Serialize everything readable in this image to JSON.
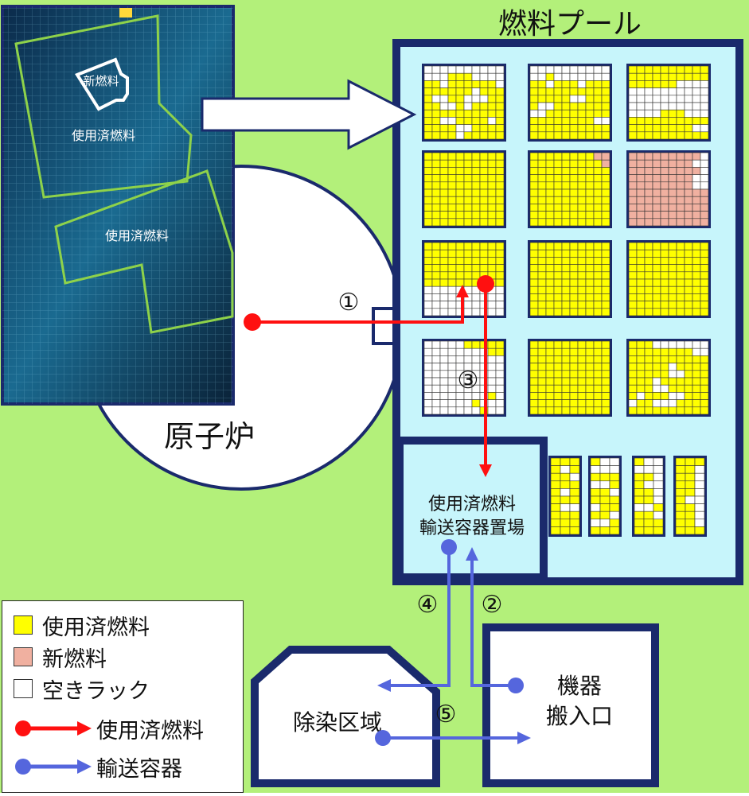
{
  "labels": {
    "fuel_pool": "燃料プール",
    "reactor": "原子炉",
    "new_fuel": "新燃料",
    "spent_fuel_photo_1": "使用済燃料",
    "spent_fuel_photo_2": "使用済燃料",
    "cask_area_line1": "使用済燃料",
    "cask_area_line2": "輸送容器置場",
    "decon_area": "除染区域",
    "equipment_entry_line1": "機器",
    "equipment_entry_line2": "搬入口"
  },
  "steps": {
    "s1": "①",
    "s2": "②",
    "s3": "③",
    "s4": "④",
    "s5": "⑤"
  },
  "legend": {
    "spent_fuel": "使用済燃料",
    "new_fuel": "新燃料",
    "empty_rack": "空きラック",
    "arrow_spent_fuel": "使用済燃料",
    "arrow_cask": "輸送容器"
  },
  "colors": {
    "background": "#b3f07a",
    "pool_fill": "#c7f5fb",
    "pool_border": "#1a2a6c",
    "spent_fuel": "#ffff00",
    "new_fuel": "#f0b0a0",
    "empty_rack": "#ffffff",
    "spent_fuel_path": "#ff1010",
    "cask_path": "#5566dd"
  },
  "rack_grids": [
    {
      "id": "r1",
      "cols": 10,
      "rows": 10,
      "fill": [
        "..........",
        "...YYY....",
        "YY.YYYYYY.",
        "YYYYYY.YYY",
        "Y..YY...YY",
        "YY..Y.YYYY",
        "YYYYYYYYYY",
        "YY..YYYY.Y",
        "YYYY..YYYY",
        "YYYY.YYYYY"
      ]
    },
    {
      "id": "r2",
      "cols": 10,
      "rows": 10,
      "fill": [
        "..........",
        "..Y.......",
        "YY.YYY.YYY",
        "YYYYYYYYYY",
        "YYYYY..YYY",
        "Y..YYYYYYY",
        "..YYYYYYYY",
        "YYYYYYYY..",
        "YYYYYYYYYY",
        "YYYYYYYYYY"
      ]
    },
    {
      "id": "r3",
      "cols": 10,
      "rows": 10,
      "fill": [
        "YYYYYYYYYY",
        "YYYYYYYYYY",
        "YYYYYY....",
        "..........",
        "..........",
        "..........",
        "....YYY...",
        "YYYYYYYYYY",
        "YYYYYYYY..",
        "YYYYYYYYYY"
      ]
    },
    {
      "id": "r4",
      "cols": 10,
      "rows": 10,
      "fill": [
        "YYYYYYYYYY",
        "YYYYYYYYYY",
        "YYYYYYYYYY",
        "YYYYYYYYYY",
        "YYYYYYYYYY",
        "YYYYYYYYYY",
        "YYYYYYYYYY",
        "YYYYYYYYYY",
        "YYYYYYYYYY",
        "YYYYYYYYYY"
      ]
    },
    {
      "id": "r5",
      "cols": 10,
      "rows": 10,
      "fill": [
        "YYYYYYYYNN",
        "YYYYYYYYYN",
        "YYYYYYYYYY",
        "YYYYYYYYYY",
        "YYYYYYYYYY",
        "YYYYYYYYYY",
        "YYYYYYYYYY",
        "YYYYYYYYYY",
        "YYYYYYYYYY",
        "YYYYYYYYYY"
      ]
    },
    {
      "id": "r6",
      "cols": 10,
      "rows": 10,
      "fill": [
        "NNNNNNNNN.",
        "NNNNNNNN..",
        "NNNNNNNNN.",
        "NNNNNNNN..",
        "NNNNNNNN..",
        "NNNNNNNNNN",
        "NNNNNNNNNN",
        "NNNNNNNNNN",
        "NNNNNNNNNN",
        "NNNNNNNNNN"
      ]
    },
    {
      "id": "r7",
      "cols": 10,
      "rows": 10,
      "fill": [
        "YYYYYYYYYY",
        "YYYYYYYYYY",
        "YYYYYYYYYY",
        "YYYYYYYYYY",
        "YYYYYYYYYY",
        "YYYYYYYYYY",
        "..........",
        "..........",
        "..........",
        ".........."
      ]
    },
    {
      "id": "r8",
      "cols": 10,
      "rows": 10,
      "fill": [
        "YYYYYYYYYY",
        "YYYYYYYYYY",
        "YYYYYYYYYY",
        "YYYYYYYYYY",
        "YYYYYYYYYY",
        "YYYYYYYYYY",
        "YYYYYYYYYY",
        "YYYYYYYYYY",
        "YYYYYYYYYY",
        "YYYYYYYYYY"
      ]
    },
    {
      "id": "r9",
      "cols": 10,
      "rows": 10,
      "fill": [
        "YYYYYYYYYY",
        "YYYYYYYYYY",
        "YYYYYYYYYY",
        "YYYYYYYYYY",
        "YYYYYYYYYY",
        "YYYYYYYYYY",
        "YYYYYYYYYY",
        "YYYYYYYYYY",
        "YYYYYYYYYY",
        "YYYYYYYYYY"
      ]
    },
    {
      "id": "r10",
      "cols": 10,
      "rows": 10,
      "fill": [
        ".....YYYYY",
        "........YY",
        "..........",
        "..........",
        "..........",
        "..........",
        "..........",
        "........Y.",
        "......Y...",
        ".......Y.."
      ]
    },
    {
      "id": "r11",
      "cols": 10,
      "rows": 10,
      "fill": [
        "YYYYYYYYYY",
        "YYYYYYYYYY",
        "YYYYYYYYYY",
        "YYYYYYYYYY",
        "YYYYYYYYYY",
        "YYYYYYYYYY",
        "YYYYYYYYYY",
        "YYYYYYYYYY",
        "YYYYYYYYYY",
        "YYYYYYYYYY"
      ]
    },
    {
      "id": "r12",
      "cols": 10,
      "rows": 10,
      "fill": [
        "YYY.......",
        "YYYYYYYY..",
        "YYYYYYYYYY",
        "YYYYY.YYYY",
        "YYYYY..YYY",
        "YYY.YYYYYY",
        "YYY..YYYYY",
        "Y.YYY..YYY",
        ".YY...YYYY",
        "YYYYYYYYYY"
      ]
    },
    {
      "id": "s1",
      "cols": 3,
      "rows": 10,
      "fill": [
        "YYY",
        "Y.Y",
        "YY.",
        "YYY",
        "Y.Y",
        "YYY",
        "Y..",
        "YYY",
        "YYY",
        "YYY"
      ]
    },
    {
      "id": "s2",
      "cols": 3,
      "rows": 10,
      "fill": [
        "Y..",
        "...",
        "YYY",
        "..Y",
        "YY.",
        "YYY",
        ".YY",
        "YY.",
        "..Y",
        "YYY"
      ]
    },
    {
      "id": "s3",
      "cols": 3,
      "rows": 10,
      "fill": [
        "Y..",
        "...",
        "YY.",
        "Y..",
        "YY.",
        "YY.",
        "..Y",
        "YY.",
        "YYY",
        "YYY"
      ]
    },
    {
      "id": "s4",
      "cols": 3,
      "rows": 10,
      "fill": [
        "YYY",
        "YY.",
        "YY.",
        "YY.",
        "YY.",
        "Y..",
        "YY.",
        "YY.",
        "YY.",
        "YYY"
      ]
    }
  ]
}
